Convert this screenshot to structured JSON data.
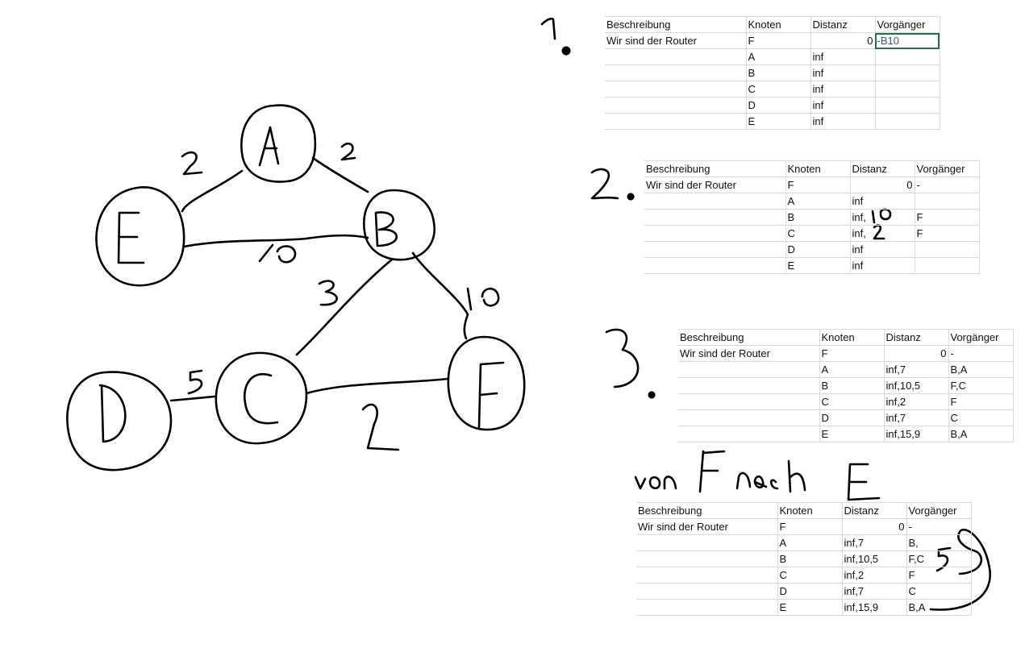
{
  "diagram": {
    "nodes": [
      "A",
      "B",
      "C",
      "D",
      "E",
      "F"
    ],
    "edges": [
      {
        "from": "E",
        "to": "A",
        "weight": "2"
      },
      {
        "from": "A",
        "to": "B",
        "weight": "2"
      },
      {
        "from": "E",
        "to": "B",
        "weight": "10"
      },
      {
        "from": "B",
        "to": "C",
        "weight": "3"
      },
      {
        "from": "B",
        "to": "F",
        "weight": "10"
      },
      {
        "from": "D",
        "to": "C",
        "weight": "5"
      },
      {
        "from": "C",
        "to": "F",
        "weight": "2"
      }
    ]
  },
  "steps": [
    "1.",
    "2.",
    "3."
  ],
  "caption": "von F nach E",
  "headers": [
    "Beschreibung",
    "Knoten",
    "Distanz",
    "Vorgänger"
  ],
  "tables": [
    {
      "rows": [
        [
          "Wir sind der Router",
          "F",
          "0",
          "-B10"
        ],
        [
          "",
          "A",
          "inf",
          ""
        ],
        [
          "",
          "B",
          "inf",
          ""
        ],
        [
          "",
          "C",
          "inf",
          ""
        ],
        [
          "",
          "D",
          "inf",
          ""
        ],
        [
          "",
          "E",
          "inf",
          ""
        ]
      ]
    },
    {
      "rows": [
        [
          "Wir sind der Router",
          "F",
          "0",
          "-"
        ],
        [
          "",
          "A",
          "inf",
          ""
        ],
        [
          "",
          "B",
          "inf,",
          "F"
        ],
        [
          "",
          "C",
          "inf,",
          "F"
        ],
        [
          "",
          "D",
          "inf",
          ""
        ],
        [
          "",
          "E",
          "inf",
          ""
        ]
      ],
      "handwritten": [
        "10",
        "2"
      ]
    },
    {
      "rows": [
        [
          "Wir sind der Router",
          "F",
          "0",
          "-"
        ],
        [
          "",
          "A",
          "inf,7",
          "B,A"
        ],
        [
          "",
          "B",
          "inf,10,5",
          "F,C"
        ],
        [
          "",
          "C",
          "inf,2",
          "F"
        ],
        [
          "",
          "D",
          "inf,7",
          "C"
        ],
        [
          "",
          "E",
          "inf,15,9",
          "B,A"
        ]
      ]
    },
    {
      "rows": [
        [
          "Wir sind der Router",
          "F",
          "0",
          "-"
        ],
        [
          "",
          "A",
          "inf,7",
          "B,"
        ],
        [
          "",
          "B",
          "inf,10,5",
          "F,C"
        ],
        [
          "",
          "C",
          "inf,2",
          "F"
        ],
        [
          "",
          "D",
          "inf,7",
          "C"
        ],
        [
          "",
          "E",
          "inf,15,9",
          "B,A"
        ]
      ],
      "handwritten": [
        "5"
      ]
    }
  ]
}
